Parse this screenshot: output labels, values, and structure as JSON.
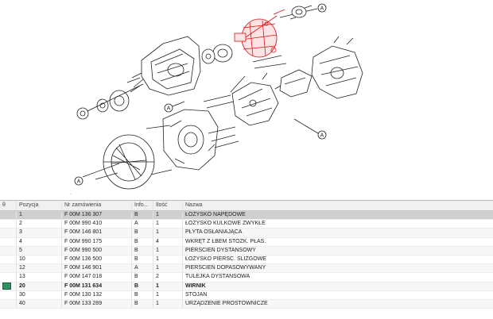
{
  "diagram": {
    "callouts": [
      "A",
      "A",
      "A",
      "A"
    ]
  },
  "table": {
    "headers": {
      "icon": "θ",
      "position": "Pozycja",
      "order_no": "Nr zamówienia",
      "info": "Info...",
      "qty": "Ilość",
      "name": "Nazwa"
    },
    "rows": [
      {
        "position": "1",
        "order_no": "F 00M 136 307",
        "info": "B",
        "qty": "1",
        "name": "ŁOŻYSKO NAPĘDOWE"
      },
      {
        "position": "2",
        "order_no": "F 00M 990 410",
        "info": "A",
        "qty": "1",
        "name": "ŁOŻYSKO KULKOWE ZWYKŁE"
      },
      {
        "position": "3",
        "order_no": "F 00M 146 801",
        "info": "B",
        "qty": "1",
        "name": "PŁYTA OSŁANIAJĄCA"
      },
      {
        "position": "4",
        "order_no": "F 00M 990 175",
        "info": "B",
        "qty": "4",
        "name": "WKRĘT Z ŁBEM STOŻK. PŁAS."
      },
      {
        "position": "5",
        "order_no": "F 00M 990 500",
        "info": "B",
        "qty": "1",
        "name": "PIERŚCIEŃ DYSTANSOWY"
      },
      {
        "position": "10",
        "order_no": "F 00M 136 500",
        "info": "B",
        "qty": "1",
        "name": "ŁOŻYSKO PIERŚC. ŚLIZGOWE"
      },
      {
        "position": "12",
        "order_no": "F 00M 146 901",
        "info": "A",
        "qty": "1",
        "name": "PIERŚCIEŃ DOPASOWYWANY"
      },
      {
        "position": "13",
        "order_no": "F 00M 147 018",
        "info": "B",
        "qty": "2",
        "name": "TULEJKA DYSTANSOWA"
      },
      {
        "position": "20",
        "order_no": "F 00M 131 634",
        "info": "B",
        "qty": "1",
        "name": "WIRNIK"
      },
      {
        "position": "30",
        "order_no": "F 00M 130 132",
        "info": "B",
        "qty": "1",
        "name": "STOJAN"
      },
      {
        "position": "40",
        "order_no": "F 00M 133 289",
        "info": "B",
        "qty": "1",
        "name": "URZĄDZENIE PROSTOWNICZE"
      }
    ]
  }
}
